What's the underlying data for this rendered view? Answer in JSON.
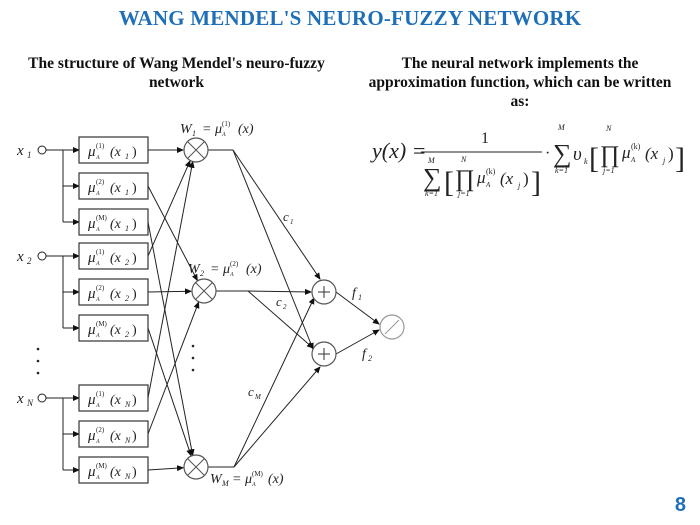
{
  "slide": {
    "title": "WANG MENDEL'S NEURO-FUZZY NETWORK",
    "left_heading": "The structure of Wang Mendel's neuro-fuzzy network",
    "right_heading": "The neural network implements the approximation function, which can be written as:",
    "page_number": "8",
    "accent_color": "#1f6fb8"
  },
  "diagram": {
    "inputs": [
      {
        "label": "x",
        "sub": "1"
      },
      {
        "label": "x",
        "sub": "2"
      },
      {
        "label": "x",
        "sub": "N"
      }
    ],
    "membership_groups": [
      {
        "input_sub": "1",
        "functions": [
          {
            "sup": "(1)",
            "arg_sub": "1"
          },
          {
            "sup": "(2)",
            "arg_sub": "1"
          },
          {
            "sup": "(M)",
            "arg_sub": "1"
          }
        ]
      },
      {
        "input_sub": "2",
        "functions": [
          {
            "sup": "(1)",
            "arg_sub": "2"
          },
          {
            "sup": "(2)",
            "arg_sub": "2"
          },
          {
            "sup": "(M)",
            "arg_sub": "2"
          }
        ]
      },
      {
        "input_sub": "N",
        "functions": [
          {
            "sup": "(1)",
            "arg_sub": "N"
          },
          {
            "sup": "(2)",
            "arg_sub": "N"
          },
          {
            "sup": "(M)",
            "arg_sub": "N"
          }
        ]
      }
    ],
    "membership_symbol": "μ",
    "membership_sub": "A",
    "rule_nodes": [
      {
        "weight": "W",
        "weight_sub": "1",
        "sup": "(1)",
        "position_label": "above"
      },
      {
        "weight": "W",
        "weight_sub": "2",
        "sup": "(2)",
        "position_label": "above"
      },
      {
        "weight": "W",
        "weight_sub": "M",
        "sup": "(M)",
        "position_label": "right"
      }
    ],
    "rule_node_symbol": "⊗",
    "weights_labels": [
      {
        "label": "c",
        "sub": "1"
      },
      {
        "label": "c",
        "sub": "2"
      },
      {
        "label": "c",
        "sub": "M"
      }
    ],
    "sum_nodes": [
      {
        "symbol": "+",
        "output": "f",
        "output_sub": "1"
      },
      {
        "symbol": "+",
        "output": "f",
        "output_sub": "2"
      }
    ],
    "divide_node": {
      "symbol": "⊘"
    },
    "ellipsis": "⋮"
  },
  "formula": {
    "lhs": "y(x) =",
    "numerator": "1",
    "sum_upper": "M",
    "sum_lower": "k=1",
    "prod_upper": "N",
    "prod_lower": "j=1",
    "term": "μ",
    "term_sub": "A",
    "term_sup": "(k)",
    "term_arg": "(x",
    "term_arg_sub": "j",
    "coef": "υ",
    "coef_sub": "k",
    "dot": "·"
  }
}
